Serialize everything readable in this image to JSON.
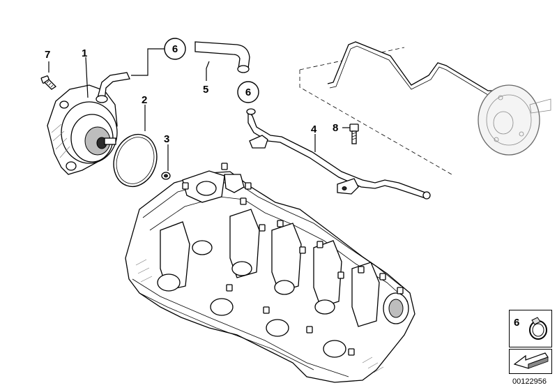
{
  "diagram": {
    "callouts": {
      "c1": "1",
      "c2": "2",
      "c3": "3",
      "c4": "4",
      "c5": "5",
      "c6a": "6",
      "c6b": "6",
      "c7": "7",
      "c8": "8"
    },
    "legend": {
      "number": "6"
    },
    "reference_number": "00122956"
  }
}
